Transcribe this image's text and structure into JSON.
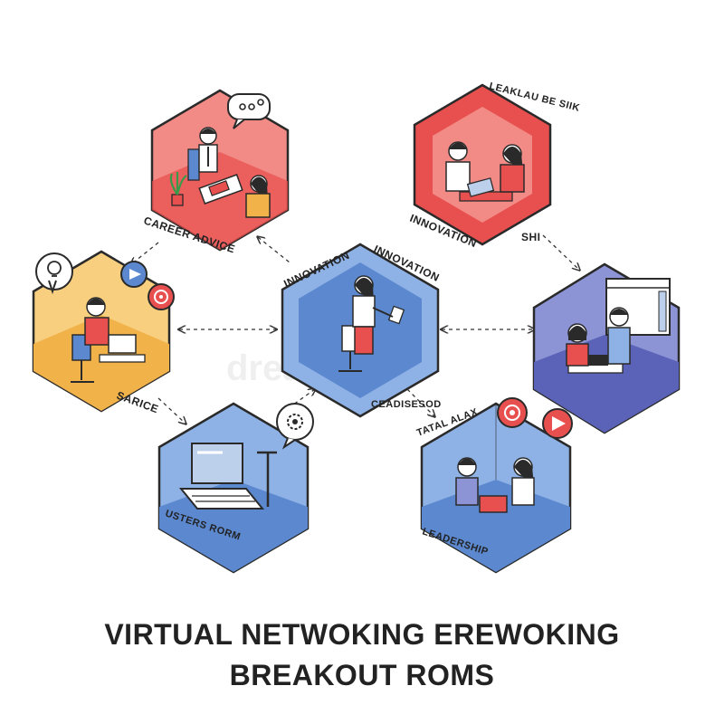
{
  "title": {
    "line1": "VIRTUAL NETWOKING EREWOKING",
    "line2": "BREAKOUT ROMS"
  },
  "watermark": "dreamstime",
  "colors": {
    "red": "#e8504f",
    "red_light": "#f28b86",
    "orange": "#f1b24a",
    "orange_light": "#f8cf7e",
    "blue": "#5b88cf",
    "blue_light": "#8fb2e6",
    "indigo": "#5b63b8",
    "indigo_light": "#8d94d6",
    "outline": "#2a2a2a"
  },
  "rooms": {
    "career": {
      "label": "CAREER ADVICE",
      "icon": "speech-bubble-icon"
    },
    "top_right": {
      "label_top": "LEAKLAU BE SIIK",
      "label_left": "INNOVATION",
      "label_right": "SHI"
    },
    "left": {
      "label": "SARICE",
      "icons": [
        "lightbulb-icon",
        "play-icon",
        "target-icon"
      ]
    },
    "center": {
      "label_left": "INNOVATION",
      "label_right": "INNOVATION",
      "label_bottom": "CEADISESOD"
    },
    "right": {
      "icon": "browser-window-icon"
    },
    "bottom_left": {
      "label": "USTERS RORM",
      "icon": "gear-bubble-icon"
    },
    "bottom_right": {
      "label_top": "TATAL ALAX",
      "label_bottom": "LEADERSHIP",
      "icons": [
        "target-bubble-icon",
        "play-bubble-icon"
      ]
    }
  }
}
